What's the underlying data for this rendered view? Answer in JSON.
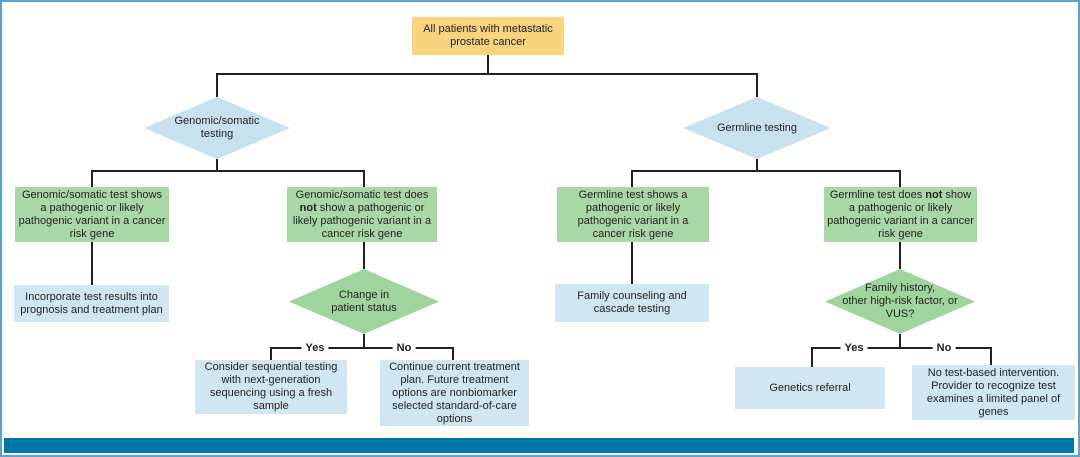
{
  "figure": {
    "type": "flowchart",
    "topic": "Testing pathway for patients with metastatic prostate cancer"
  },
  "nodes": {
    "root": {
      "label": "All patients with metastatic prostate cancer"
    },
    "somatic_testing": {
      "label": "Genomic/somatic\ntesting"
    },
    "germline_testing": {
      "label": "Germline testing"
    },
    "somatic_positive": {
      "label": "Genomic/somatic test shows a pathogenic or likely pathogenic variant in a cancer risk gene"
    },
    "somatic_negative": {
      "pre": "Genomic/somatic test does ",
      "bold": "not",
      "post": " show a pathogenic or likely pathogenic variant in a cancer risk gene"
    },
    "incorporate": {
      "label": "Incorporate test results into prognosis and treatment plan"
    },
    "change_status": {
      "label": "Change in\npatient status"
    },
    "sequential_testing": {
      "label": "Consider sequential testing with next-generation sequencing using a fresh sample"
    },
    "continue_treatment": {
      "label": "Continue current treatment plan. Future treatment options are nonbiomarker selected standard-of-care options"
    },
    "germline_positive": {
      "label": "Germline test shows a pathogenic or likely pathogenic variant in a cancer risk gene"
    },
    "germline_negative": {
      "pre": "Germline test does ",
      "bold": "not",
      "post": " show a pathogenic or likely pathogenic variant in a cancer risk gene"
    },
    "family_counseling": {
      "label": "Family counseling and cascade testing"
    },
    "family_history": {
      "label": "Family history,\nother high-risk factor, or\nVUS?"
    },
    "genetics_referral": {
      "label": "Genetics referral"
    },
    "no_intervention": {
      "label": "No test-based intervention. Provider to recognize test examines a limited panel of genes"
    }
  },
  "edge_labels": {
    "yes": "Yes",
    "no": "No"
  },
  "colors": {
    "start-fill": "#fad37e",
    "decision-blue-fill": "#c7e1ef",
    "decision-green-fill": "#9fd59d",
    "result-green-fill": "#a8d8a5",
    "outcome-blue-fill": "#d0e7f3",
    "line": "#231f20",
    "footer-bar": "#0076a8",
    "frame-border": "#57a4d1"
  }
}
